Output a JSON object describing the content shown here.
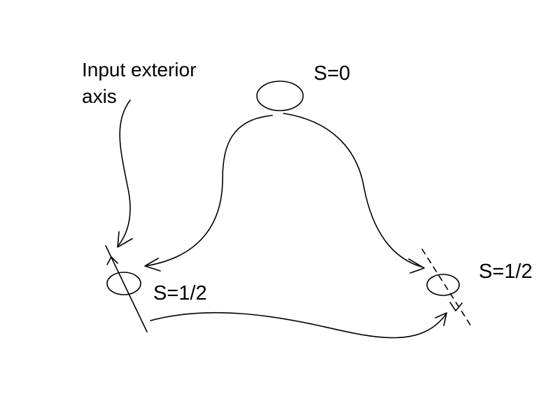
{
  "labels": {
    "top_state": "S=0",
    "left_state": "S=1/2",
    "right_state": "S=1/2",
    "axis_note_line1": "Input exterior",
    "axis_note_line2": "axis"
  },
  "colors": {
    "ink": "#000000",
    "background": "#ffffff"
  }
}
